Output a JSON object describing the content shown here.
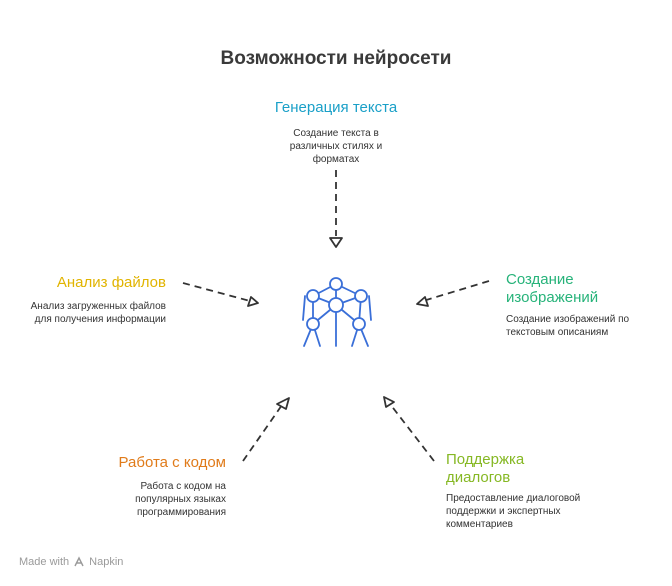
{
  "title": "Возможности нейросети",
  "colors": {
    "text_gen": "#1aa0c8",
    "file_analysis": "#e1b400",
    "image_gen": "#27b37a",
    "code": "#e07b1a",
    "dialog": "#86b824",
    "hub": "#3a6fd8",
    "arrow": "#333333"
  },
  "nodes": {
    "text_gen": {
      "title": "Генерация текста",
      "desc": [
        "Создание текста в",
        "различных стилях и",
        "форматах"
      ]
    },
    "file_analysis": {
      "title": "Анализ файлов",
      "desc": [
        "Анализ загруженных файлов",
        "для получения информации"
      ]
    },
    "image_gen": {
      "title": [
        "Создание",
        "изображений"
      ],
      "desc": [
        "Создание изображений по",
        "текстовым описаниям"
      ]
    },
    "code": {
      "title": "Работа с кодом",
      "desc": [
        "Работа с кодом на",
        "популярных языках",
        "программирования"
      ]
    },
    "dialog": {
      "title": [
        "Поддержка",
        "диалогов"
      ],
      "desc": [
        "Предоставление диалоговой",
        "поддержки и экспертных",
        "комментариев"
      ]
    }
  },
  "hub_icon": "neural-network-icon",
  "footer": {
    "made_with": "Made with",
    "brand": "Napkin",
    "icon": "napkin-logo-icon"
  }
}
